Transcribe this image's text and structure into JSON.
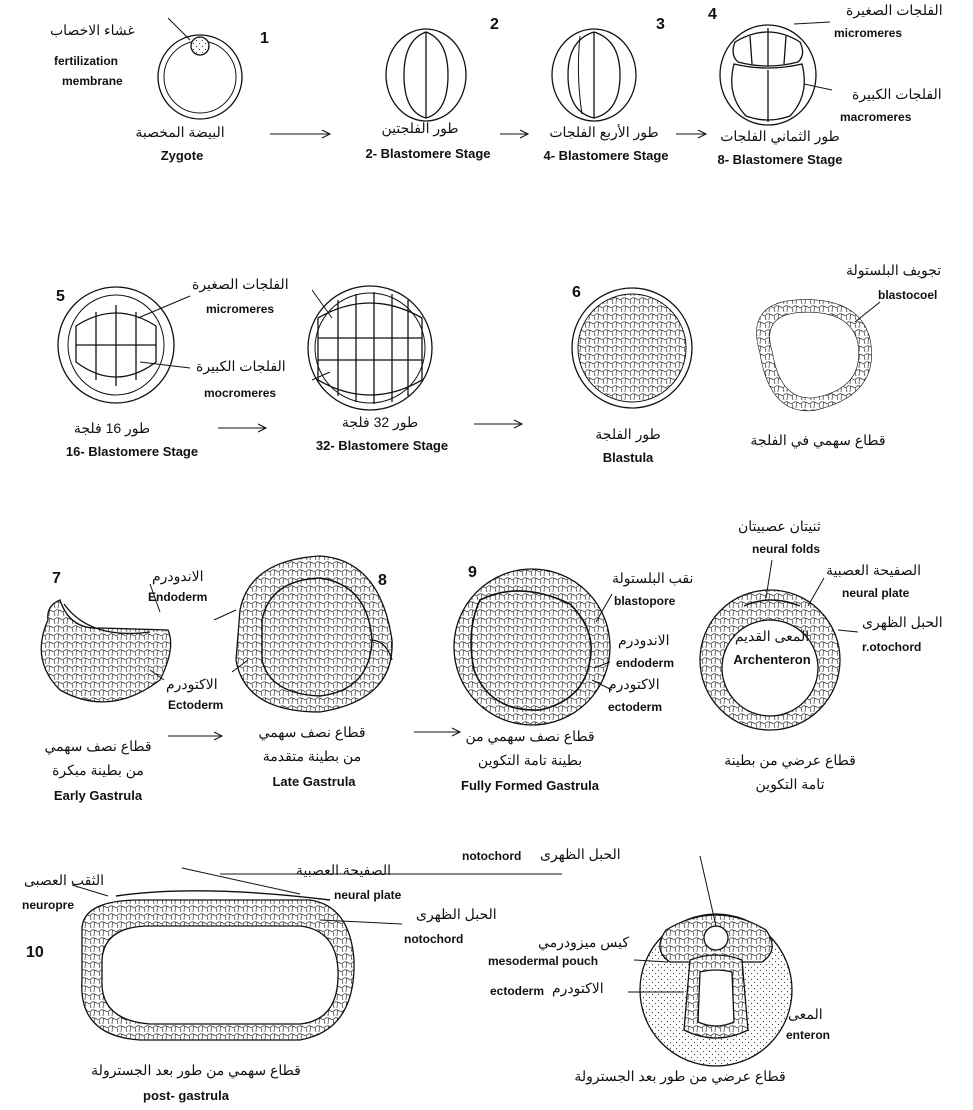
{
  "n1": "1",
  "n2": "2",
  "n3": "3",
  "n4": "4",
  "n5": "5",
  "n6": "6",
  "n7": "7",
  "n8": "8",
  "n9": "9",
  "n10": "10",
  "row1": {
    "fert_ar": "غشاء الاخصاب",
    "fert_en1": "fertilization",
    "fert_en2": "membrane",
    "zygote_ar": "البيضة المخصبة",
    "zygote_en": "Zygote",
    "s2_ar": "طور الفلجتين",
    "s2_en": "2- Blastomere Stage",
    "s4_ar": "طور الأربع الفلجات",
    "s4_en": "4- Blastomere Stage",
    "s8_ar": "طور الثماني الفلجات",
    "s8_en": "8- Blastomere Stage",
    "micro_ar": "الفلجات الصغيرة",
    "micro_en": "micromeres",
    "macro_ar": "الفلجات الكبيرة",
    "macro_en": "macromeres"
  },
  "row2": {
    "micro_ar": "الفلجات الصغيرة",
    "micro_en": "micromeres",
    "macro_ar": "الفلجات الكبيرة",
    "macro_en": "mocromeres",
    "s16_ar": "طور 16 فلجة",
    "s16_en": "16- Blastomere Stage",
    "s32_ar": "طور 32 فلجة",
    "s32_en": "32- Blastomere Stage",
    "blastula_ar": "طور الفلجة",
    "blastula_en": "Blastula",
    "blastocoel_ar": "تجويف البلستولة",
    "blastocoel_en": "blastocoel",
    "section_ar": "قطاع سهمي في الفلجة"
  },
  "row3": {
    "endo_ar": "الاندودرم",
    "endo_en": "Endoderm",
    "ecto_ar": "الاكتودرم",
    "ecto_en": "Ectoderm",
    "early_ar1": "قطاع نصف سهمي",
    "early_ar2": "من بطينة مبكرة",
    "early_en": "Early Gastrula",
    "late_ar1": "قطاع نصف سهمي",
    "late_ar2": "من بطينة متقدمة",
    "late_en": "Late Gastrula",
    "blastopore_ar": "نقب البلستولة",
    "blastopore_en": "blastopore",
    "endo2_ar": "الاندودرم",
    "endo2_en": "endoderm",
    "ecto2_ar": "الاكتودرم",
    "ecto2_en": "ectoderm",
    "full_ar1": "قطاع نصف سهمي من",
    "full_ar2": "بطينة تامة التكوين",
    "full_en": "Fully Formed Gastrula",
    "nfolds_ar": "ثنيتان عصبيتان",
    "nfolds_en": "neural folds",
    "nplate_ar": "الصفيحة العصبية",
    "nplate_en": "neural plate",
    "noto_ar": "الحبل الظهرى",
    "noto_en": "r.otochord",
    "arch_ar": "المعى القديم",
    "arch_en": "Archenteron",
    "cross_ar1": "قطاع عرضي من بطينة",
    "cross_ar2": "تامة التكوين"
  },
  "row4": {
    "noto_top_en": "notochord",
    "noto_top_ar": "الحبل الظهرى",
    "nplate_ar": "الصفيحة العصبية",
    "nplate_en": "neural plate",
    "neuropore_ar": "الثقب العصبى",
    "neuropore_en": "neuropre",
    "noto_ar": "الحبل الظهرى",
    "noto_en": "notochord",
    "meso_ar": "كيس ميزودرمي",
    "meso_en": "mesodermal pouch",
    "ecto_en": "ectoderm",
    "ecto_ar": "الاكتودرم",
    "enteron_ar": "المعى",
    "enteron_en": "enteron",
    "sag_ar": "قطاع سهمي من طور بعد الجسترولة",
    "sag_en": "post- gastrula",
    "cross_ar": "قطاع عرضي من طور بعد الجسترولة"
  }
}
